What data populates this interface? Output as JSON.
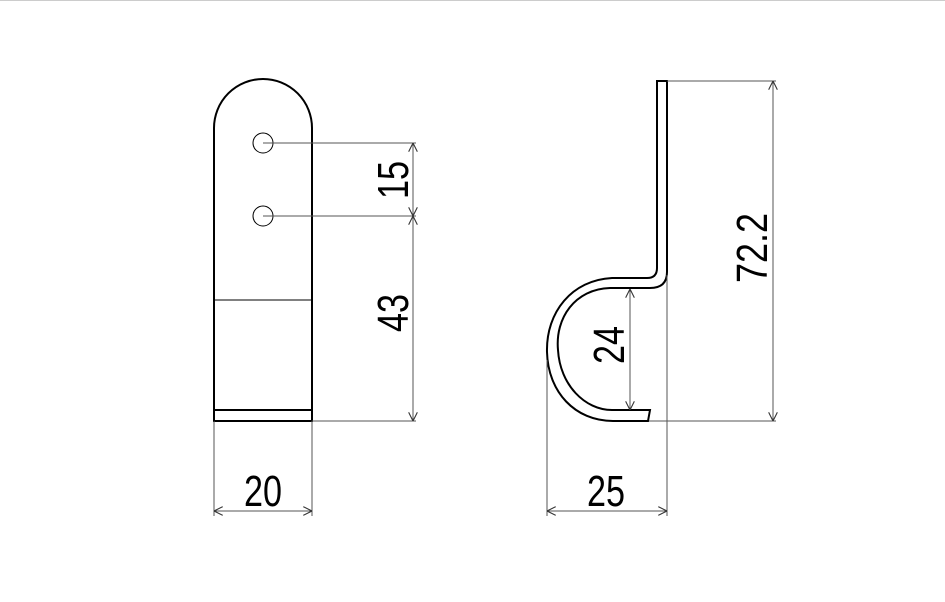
{
  "drawing": {
    "front_view": {
      "width_label": "20",
      "hole_spacing_label": "15",
      "hole_to_bottom_label": "43"
    },
    "side_view": {
      "depth_label": "25",
      "hook_inner_height_label": "24",
      "total_height_label": "72.2"
    },
    "colors": {
      "line": "#000000",
      "dimension": "#555555",
      "border": "#cccccc"
    }
  }
}
